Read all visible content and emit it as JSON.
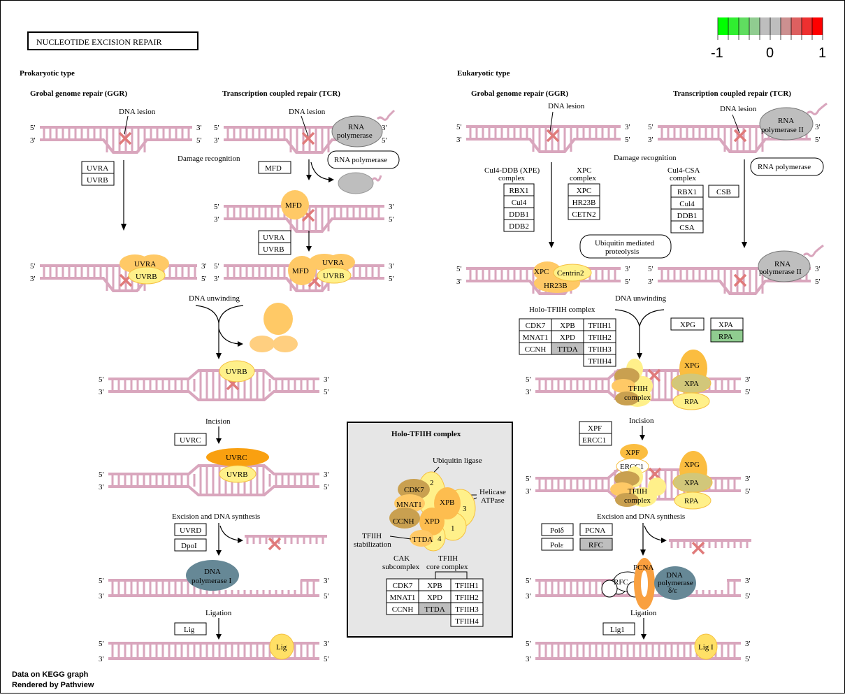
{
  "title": "NUCLEOTIDE  EXCISION  REPAIR",
  "legend": {
    "colors": [
      "#00ff00",
      "#30ee30",
      "#60dd60",
      "#90cc90",
      "#bebebe",
      "#bebebe",
      "#cc9090",
      "#dd6060",
      "#ee3030",
      "#ff0000"
    ],
    "labels": [
      "-1",
      "0",
      "1"
    ],
    "range": [
      -1,
      1
    ]
  },
  "footer": [
    "Data on KEGG graph",
    "Rendered by Pathview"
  ],
  "colors": {
    "dna": "#d9a6bd",
    "lesion": "#e07a7a",
    "orange_light": "#ffc966",
    "orange": "#f9a030",
    "yellow": "#fff08a",
    "gray": "#bebebe",
    "gray_dark": "#a9a9a9",
    "slate": "#668896",
    "olive": "#d2c77a",
    "brown": "#c9a050",
    "green": "#90cc90"
  },
  "prokaryotic": {
    "section_label": "Prokaryotic type",
    "ggr_label": "Grobal genome repair (GGR)",
    "tcr_label": "Transcription coupled repair (TCR)",
    "dna_lesion": "DNA lesion",
    "damage_recognition": "Damage recognition",
    "dna_unwinding": "DNA unwinding",
    "incision": "Incision",
    "excision": "Excision and DNA synthesis",
    "ligation": "Ligation",
    "rna_polymerase": "RNA polymerase",
    "rna_polymerase_2line": [
      "RNA",
      "polymerase"
    ],
    "dna_pol_i": [
      "DNA",
      "polymerase I"
    ],
    "genes": {
      "uvra": "UVRA",
      "uvrb": "UVRB",
      "mfd": "MFD",
      "uvrc": "UVRC",
      "uvrd": "UVRD",
      "dpoi": "DpoI",
      "lig": "Lig"
    }
  },
  "eukaryotic": {
    "section_label": "Eukaryotic type",
    "ggr_label": "Grobal genome repair (GGR)",
    "tcr_label": "Transcription coupled repair (TCR)",
    "dna_lesion": "DNA lesion",
    "damage_recognition": "Damage recognition",
    "dna_unwinding": "DNA unwinding",
    "incision": "Incision",
    "excision": "Excision and DNA synthesis",
    "ligation": "Ligation",
    "rna_pol_ii": [
      "RNA",
      "polymerase II"
    ],
    "rna_polymerase": "RNA polymerase",
    "ubiquitin": [
      "Ubiquitin mediated",
      "proteolysis"
    ],
    "cul4ddb_label": [
      "Cul4-DDB (XPE)",
      "complex"
    ],
    "cul4ddb": [
      "RBX1",
      "Cul4",
      "DDB1",
      "DDB2"
    ],
    "xpc_label": [
      "XPC",
      "complex"
    ],
    "xpc_complex": [
      "XPC",
      "HR23B",
      "CETN2"
    ],
    "cul4csa_label": [
      "Cul4-CSA",
      "complex"
    ],
    "cul4csa": [
      "RBX1",
      "Cul4",
      "DDB1",
      "CSA"
    ],
    "csb": "CSB",
    "holo_label": "Holo-TFIIH complex",
    "holo_table": [
      [
        "CDK7",
        "XPB",
        "TFIIH1"
      ],
      [
        "MNAT1",
        "XPD",
        "TFIIH2"
      ],
      [
        "CCNH",
        "TTDA",
        "TFIIH3"
      ],
      [
        "",
        "",
        "TFIIH4"
      ]
    ],
    "xpg": "XPG",
    "xpa": "XPA",
    "rpa": "RPA",
    "xpf": "XPF",
    "ercc1": "ERCC1",
    "pold": "Polδ",
    "pole": "Polε",
    "pcna": "PCNA",
    "rfc": "RFC",
    "lig1": "Lig1",
    "lig_i": "Lig I",
    "tfiih_complex": [
      "TFIIH",
      "complex"
    ],
    "centrin2": "Centrin2",
    "hr23b": "HR23B",
    "dna_pol_de": [
      "DNA",
      "polymerase",
      "δ/ε"
    ]
  },
  "inset": {
    "title": "Holo-TFIIH complex",
    "ubiquitin_ligase": "Ubiquitin ligase",
    "helicase": [
      "Helicase",
      "ATPase"
    ],
    "stabilization": [
      "TFIIH",
      "stabilization"
    ],
    "cak": [
      "CAK",
      "subcomplex"
    ],
    "core": [
      "TFIIH",
      "core complex"
    ],
    "nodes": [
      "CDK7",
      "MNAT1",
      "CCNH",
      "XPB",
      "XPD",
      "TTDA"
    ],
    "numbers": [
      "1",
      "2",
      "3",
      "4"
    ],
    "table": [
      [
        "CDK7",
        "XPB",
        "TFIIH1"
      ],
      [
        "MNAT1",
        "XPD",
        "TFIIH2"
      ],
      [
        "CCNH",
        "TTDA",
        "TFIIH3"
      ],
      [
        "",
        "",
        "TFIIH4"
      ]
    ]
  },
  "strand_labels": {
    "five": "5'",
    "three": "3'"
  }
}
